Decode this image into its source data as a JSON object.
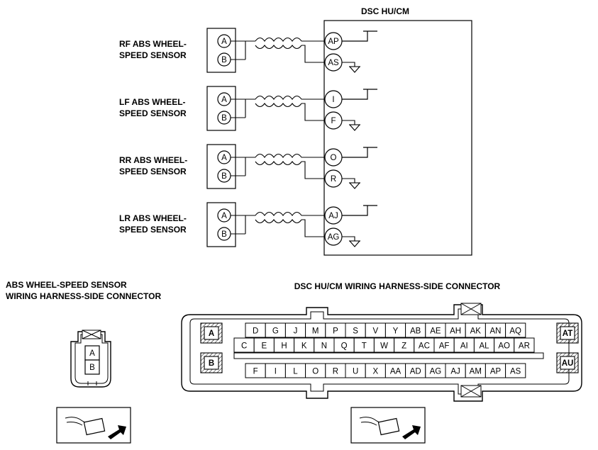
{
  "module": {
    "title": "DSC HU/CM"
  },
  "sensors": [
    {
      "line1": "RF ABS WHEEL-",
      "line2": "SPEED SENSOR",
      "pin_a": "A",
      "pin_b": "B",
      "hu_signal": "AP",
      "hu_ground": "AS"
    },
    {
      "line1": "LF ABS WHEEL-",
      "line2": "SPEED SENSOR",
      "pin_a": "A",
      "pin_b": "B",
      "hu_signal": "I",
      "hu_ground": "F"
    },
    {
      "line1": "RR ABS WHEEL-",
      "line2": "SPEED SENSOR",
      "pin_a": "A",
      "pin_b": "B",
      "hu_signal": "O",
      "hu_ground": "R"
    },
    {
      "line1": "LR ABS WHEEL-",
      "line2": "SPEED SENSOR",
      "pin_a": "A",
      "pin_b": "B",
      "hu_signal": "AJ",
      "hu_ground": "AG"
    }
  ],
  "sensor_connector": {
    "title_line1": "ABS WHEEL-SPEED SENSOR",
    "title_line2": "WIRING HARNESS-SIDE CONNECTOR",
    "pins": [
      "A",
      "B"
    ]
  },
  "hu_connector": {
    "title": "DSC HU/CM WIRING HARNESS-SIDE CONNECTOR",
    "left_tabs": [
      "A",
      "B"
    ],
    "right_tabs": [
      "AT",
      "AU"
    ],
    "rows": [
      [
        "D",
        "G",
        "J",
        "M",
        "P",
        "S",
        "V",
        "Y",
        "AB",
        "AE",
        "AH",
        "AK",
        "AN",
        "AQ"
      ],
      [
        "C",
        "E",
        "H",
        "K",
        "N",
        "Q",
        "T",
        "W",
        "Z",
        "AC",
        "AF",
        "AI",
        "AL",
        "AO",
        "AR"
      ],
      [
        "F",
        "I",
        "L",
        "O",
        "R",
        "U",
        "X",
        "AA",
        "AD",
        "AG",
        "AJ",
        "AM",
        "AP",
        "AS"
      ]
    ]
  }
}
